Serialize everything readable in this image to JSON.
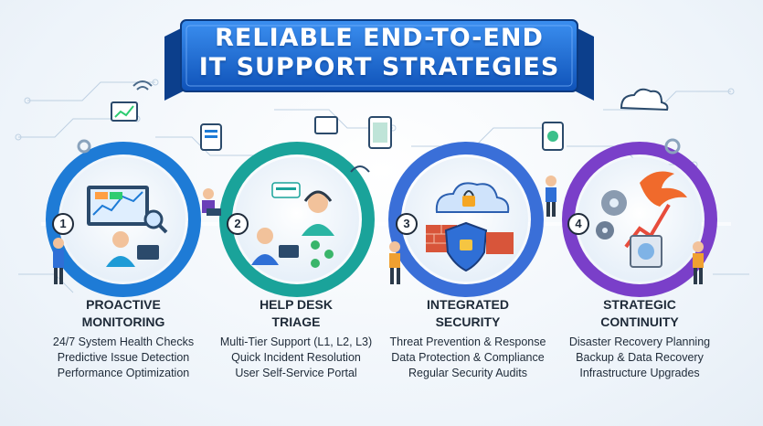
{
  "header": {
    "title_line1": "RELIABLE END-TO-END",
    "title_line2": "IT SUPPORT STRATEGIES"
  },
  "stages": [
    {
      "number": "1",
      "title_line1": "PROACTIVE",
      "title_line2": "MONITORING",
      "items": [
        "24/7 System Health Checks",
        "Predictive Issue Detection",
        "Performance Optimization"
      ],
      "color": "#1e7bd6"
    },
    {
      "number": "2",
      "title_line1": "HELP DESK",
      "title_line2": "TRIAGE",
      "items": [
        "Multi-Tier Support (L1, L2, L3)",
        "Quick Incident Resolution",
        "User Self-Service Portal"
      ],
      "color": "#1aa39a"
    },
    {
      "number": "3",
      "title_line1": "INTEGRATED",
      "title_line2": "SECURITY",
      "items": [
        "Threat Prevention & Response",
        "Data Protection & Compliance",
        "Regular Security Audits"
      ],
      "color": "#3a6fd8"
    },
    {
      "number": "4",
      "title_line1": "STRATEGIC",
      "title_line2": "CONTINUITY",
      "items": [
        "Disaster Recovery Planning",
        "Backup & Data Recovery",
        "Infrastructure Upgrades"
      ],
      "color": "#7a3fc9"
    }
  ],
  "icons": [
    "dashboard-icon",
    "headset-support-icon",
    "cloud-lock-icon",
    "shield-lock-icon",
    "gear-icon",
    "phoenix-icon",
    "server-icon",
    "tablet-icon",
    "cloud-icon",
    "wifi-icon",
    "headphones-icon"
  ]
}
